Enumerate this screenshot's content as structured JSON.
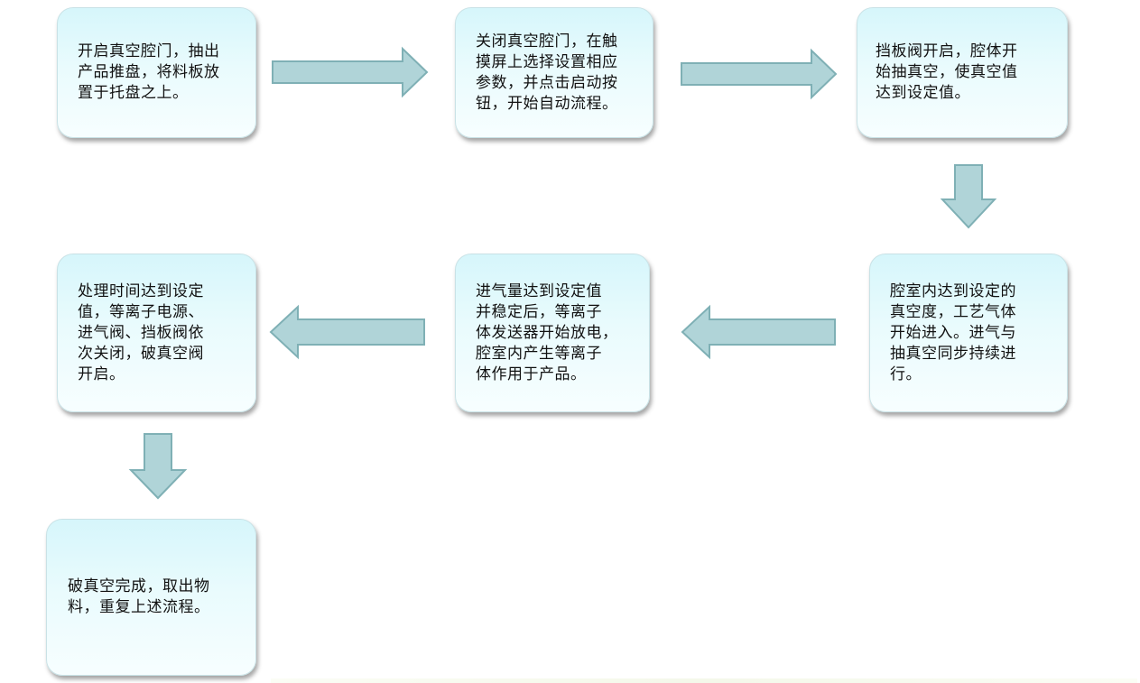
{
  "steps": [
    {
      "text": "开启真空腔门，抽出\n产品推盘，将料板放\n置于托盘之上。"
    },
    {
      "text": "关闭真空腔门，在触\n摸屏上选择设置相应\n参数，并点击启动按\n钮，开始自动流程。"
    },
    {
      "text": "挡板阀开启，腔体开\n始抽真空，使真空值\n达到设定值。"
    },
    {
      "text": "腔室内达到设定的\n真空度，工艺气体\n开始进入。进气与\n抽真空同步持续进\n行。"
    },
    {
      "text": "进气量达到设定值\n并稳定后，等离子\n体发送器开始放电，\n腔室内产生等离子\n体作用于产品。"
    },
    {
      "text": "处理时间达到设定\n值，等离子电源、\n进气阀、挡板阀依\n次关闭，破真空阀\n开启。"
    },
    {
      "text": "破真空完成，取出物\n料，重复上述流程。"
    }
  ],
  "colors": {
    "box_fill_top": "#d6f6fb",
    "box_fill_bottom": "#f7feff",
    "box_border": "#c9e2e6",
    "arrow_fill": "#b0d4d8",
    "arrow_stroke": "#7fb0b5"
  }
}
